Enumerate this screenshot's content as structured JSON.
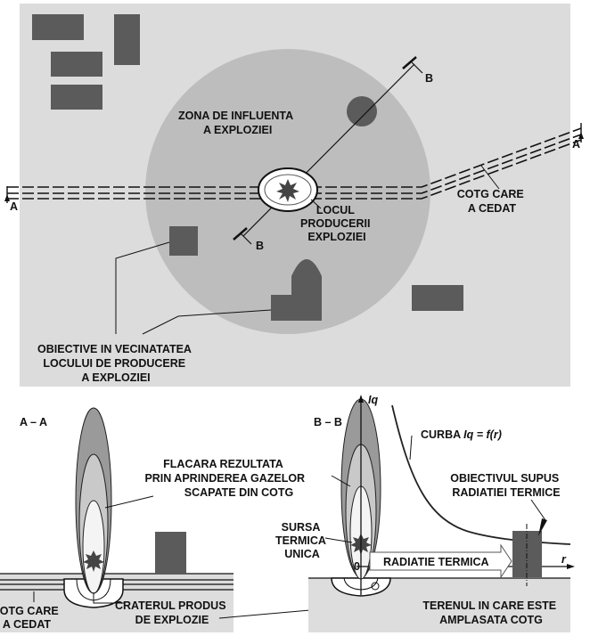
{
  "plan": {
    "zone_label": [
      "ZONA DE INFLUENTA",
      "A EXPLOZIEI"
    ],
    "section_a_label": "A",
    "section_b_label": "B",
    "pipe_label": [
      "COTG CARE",
      "A CEDAT"
    ],
    "explosion_label": [
      "LOCUL",
      "PRODUCERII",
      "EXPLOZIEI"
    ],
    "objectives_label": [
      "OBIECTIVE IN VECINATATEA",
      "LOCULUI DE PRODUCERE",
      "A EXPLOZIEI"
    ]
  },
  "section_aa": {
    "title": "A – A",
    "flame_label": [
      "FLACARA REZULTATA",
      "PRIN APRINDEREA GAZELOR",
      "SCAPATE DIN COTG"
    ],
    "pipe_label": [
      "COTG CARE",
      "A CEDAT"
    ],
    "crater_label": [
      "CRATERUL PRODUS",
      "DE EXPLOZIE"
    ]
  },
  "section_bb": {
    "title": "B – B",
    "axis_y_label": "Iq",
    "axis_x_label": "r",
    "origin_label": "0",
    "curve_label_prefix": "CURBA ",
    "curve_label_formula": "Iq = f(r)",
    "source_label": [
      "SURSA",
      "TERMICA",
      "UNICA"
    ],
    "target_label": [
      "OBIECTIVUL SUPUS",
      "RADIATIEI TERMICE"
    ],
    "radiation_label": "RADIATIE TERMICA",
    "ground_label": [
      "TERENUL IN CARE ESTE",
      "AMPLASATA COTG"
    ]
  },
  "colors": {
    "plan_bg": "#dcdcdc",
    "zone": "#bdbdbd",
    "building": "#5b5b5b",
    "ground": "#dddddd"
  }
}
